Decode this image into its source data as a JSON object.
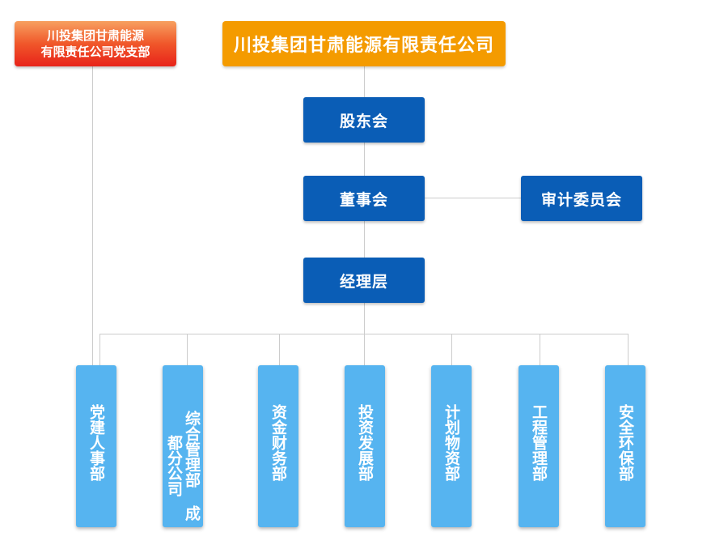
{
  "party_branch": {
    "line1": "川投集团甘肃能源",
    "line2": "有限责任公司党支部"
  },
  "company": {
    "name": "川投集团甘肃能源有限责任公司"
  },
  "governance": {
    "shareholders": "股东会",
    "board": "董事会",
    "audit": "审计委员会",
    "management": "经理层"
  },
  "departments": [
    {
      "label": "党建人事部"
    },
    {
      "label": "综合管理部 成都分公司"
    },
    {
      "label": "资金财务部"
    },
    {
      "label": "投资发展部"
    },
    {
      "label": "计划物资部"
    },
    {
      "label": "工程管理部"
    },
    {
      "label": "安全环保部"
    }
  ],
  "colors": {
    "party_gradient_top": "#f7a060",
    "party_gradient_bottom": "#e8231a",
    "company": "#f49b00",
    "management": "#0a5db6",
    "department": "#56b4f0",
    "connector": "#cccccc"
  }
}
